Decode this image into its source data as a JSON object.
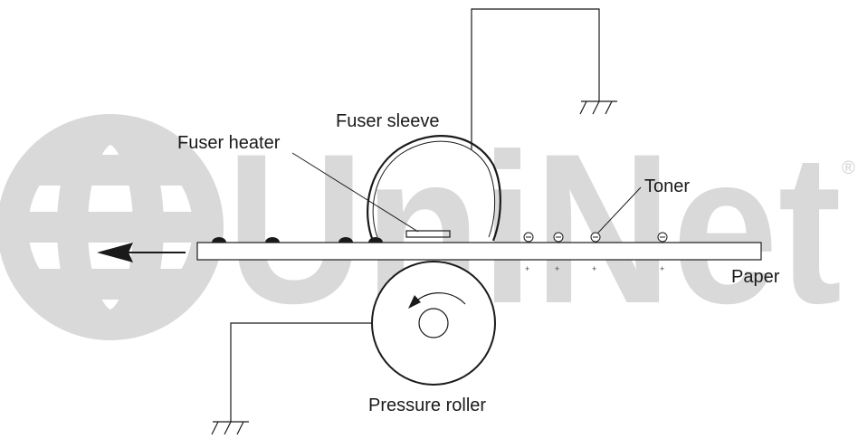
{
  "watermark": {
    "text": "UniNet",
    "registered_mark": "®",
    "color": "#d9d9d9",
    "globe_icon": "globe-icon"
  },
  "labels": {
    "fuser_sleeve": "Fuser sleeve",
    "fuser_heater": "Fuser heater",
    "toner": "Toner",
    "paper": "Paper",
    "pressure_roller": "Pressure roller"
  },
  "symbols": {
    "toner_charge": "negative",
    "paper_charge": "positive",
    "ground_icon": "ground-icon",
    "paper_direction": "left",
    "roller_rotation": "counter-clockwise"
  },
  "colors": {
    "line": "#1a1a1a",
    "watermark": "#d9d9d9"
  }
}
